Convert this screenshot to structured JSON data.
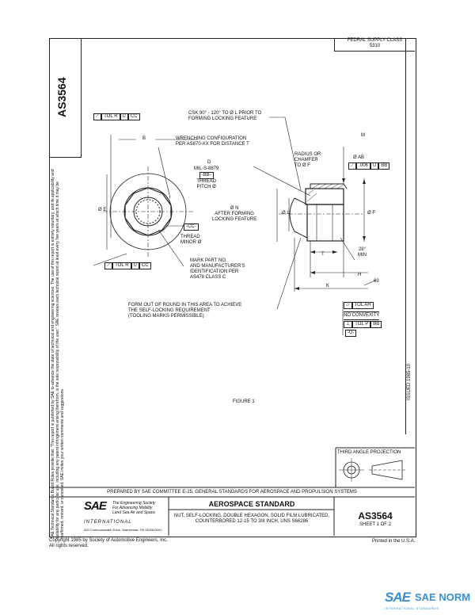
{
  "doc_number": "AS3564",
  "supply_class": {
    "label": "FEDRAL SUPPLY CLASS",
    "value": "5310"
  },
  "side_notice": "SAE Technical Standards Board Rules provide that: \"This report is published by SAE to advance the state of technical and engineering sciences. The use of this report is entirely voluntary, and its applicability and suitability for any particular use, including any patent infringement arising therefrom, is the sole responsibility of the user.\" SAE reviews each technical report at least every five years at which time it may be reaffirmed, revised, or cancelled. SAE invites your written comments and suggestions.",
  "issued": "ISSUED 1985-10",
  "drawing": {
    "tol_top": [
      "TOL R",
      "U",
      "CC"
    ],
    "tol_mid": [
      "TOL R",
      "U",
      "CC"
    ],
    "b_label": "B",
    "csk_note": [
      "CSK 90° - 120° TO Ø L PRIOR TO",
      "FORMING LOCKING FEATURE"
    ],
    "wrench_note": [
      "WRENCHING CONFIGURATION",
      "PER AS870-XX FOR DISTANCE T"
    ],
    "d_label": "D",
    "mil_note": "MIL-S-8879",
    "bb_box": "-BB-",
    "thread_pitch": [
      "THREAD",
      "PITCH Ø"
    ],
    "e_label": "Ø E",
    "cc_box": "-CC-",
    "thread_minor": [
      "THREAD",
      "MINOR Ø"
    ],
    "mark_note": [
      "MARK PART NO.",
      "AND MANUFACTURER'S",
      "IDENTIFICATION PER",
      "AS478 CLASS C"
    ],
    "radius_note": [
      "RADIUS OR",
      "CHAMFER",
      "TO Ø F"
    ],
    "m_label": "M",
    "ab_label": "Ø AB",
    "ab_tol": [
      ".006",
      "U",
      "BB"
    ],
    "n_note": [
      "Ø N",
      "AFTER FORMING",
      "LOCKING FEATURE"
    ],
    "l_label": "Ø L",
    "f_label": "Ø F",
    "t_label": "T",
    "angle_note": [
      "28°",
      "MIN"
    ],
    "h_label": "H",
    "k_label": "K",
    "finish": "63",
    "form_note": [
      "FORM OUT OF ROUND IN THIS AREA TO ACHIEVE",
      "THE SELF-LOCKING REQUIREMENT",
      "(TOOLING MARKS PERMISSIBLE)"
    ],
    "tol_ah": "TOL AH",
    "no_convexity": "NO CONVEXITY",
    "tol_p": [
      "TOL P",
      "BB"
    ],
    "u_box": "-U-",
    "figure": "FIGURE 1",
    "projection": "THIRD ANGLE PROJECTION"
  },
  "prepared_by": "PREPARED BY SAE COMMITTEE E-25, GENERAL STANDARDS FOR AEROSPACE AND PROPULSION SYSTEMS",
  "sae": {
    "logo": "SAE",
    "tagline": [
      "The Engineering Society",
      "For Advancing Mobility",
      "Land Sea Air and Space"
    ],
    "international": "INTERNATIONAL",
    "address": "400 Commonwealth Drive, Warrendale, PA 15096-0001"
  },
  "standard_type": "AEROSPACE STANDARD",
  "description": [
    "NUT, SELF-LOCKING, DOUBLE HEXAGON, SOLID FILM LUBRICATED,",
    "COUNTERBORED 12-15 TO 3/8 INCH, UNS S66286"
  ],
  "sheet": "SHEET 1 OF 2",
  "copyright": [
    "Copyright 1985 by Society of Automotive Engineers, Inc.",
    "All rights reserved."
  ],
  "printed": "Printed in the U.S.A.",
  "watermark": {
    "logo": "SAE",
    "text": "SAE NORM",
    "sub": "INTERNATIONAL STANDARDS"
  },
  "colors": {
    "watermark": "#3a8fd0",
    "ink": "#111111"
  }
}
